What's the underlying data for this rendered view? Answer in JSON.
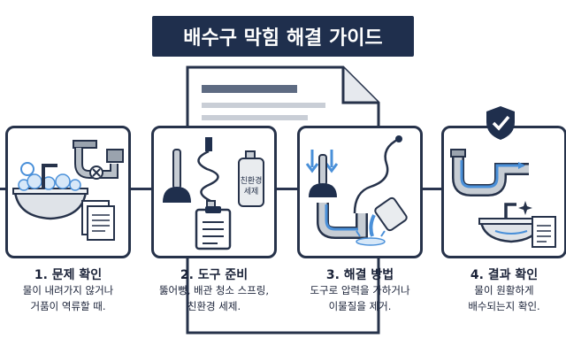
{
  "title": "배수구 막힘 해결 가이드",
  "steps": [
    {
      "title": "1. 문제 확인",
      "desc_line1": "물이 내려가지 않거나",
      "desc_line2": "거품이 역류할 때."
    },
    {
      "title": "2. 도구 준비",
      "desc_line1": "뚫어뻥, 배관 청소 스프링,",
      "desc_line2": "친환경 세제.",
      "bottle_label_1": "친환경",
      "bottle_label_2": "세제"
    },
    {
      "title": "3. 해결 방법",
      "desc_line1": "도구로 압력을 가하거나",
      "desc_line2": "이물질을 제거."
    },
    {
      "title": "4. 결과 확인",
      "desc_line1": "물이 원활하게",
      "desc_line2": "배수되는지 확인."
    }
  ],
  "colors": {
    "dark": "#1f2f4d",
    "outline": "#26324a",
    "blue": "#4a90d9",
    "light_blue": "#bcd6ef",
    "gray": "#d6d9de"
  }
}
